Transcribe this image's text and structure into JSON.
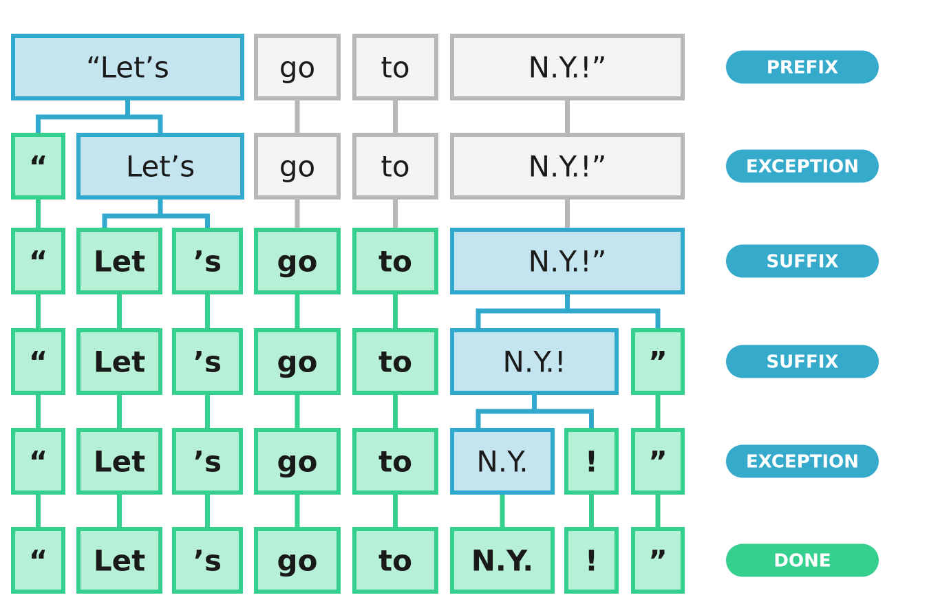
{
  "colors": {
    "gray_fill": "#f3f3f3",
    "gray_stroke": "#b7b7b7",
    "blue_fill": "#c4e5ef",
    "blue_stroke": "#31a9cc",
    "green_fill": "#b6f0d6",
    "green_stroke": "#36d08e",
    "label_blue": "#35aacb",
    "label_green": "#36d08e"
  },
  "rows": [
    {
      "label": "PREFIX",
      "label_color": "blue",
      "tokens": [
        {
          "text": "“Let’s",
          "state": "active",
          "bold": false
        },
        {
          "text": "go",
          "state": "pending",
          "bold": false
        },
        {
          "text": "to",
          "state": "pending",
          "bold": false
        },
        {
          "text": "N.Y.!”",
          "state": "pending",
          "bold": false
        }
      ]
    },
    {
      "label": "EXCEPTION",
      "label_color": "blue",
      "tokens": [
        {
          "text": "“",
          "state": "done",
          "bold": true
        },
        {
          "text": "Let’s",
          "state": "active",
          "bold": false
        },
        {
          "text": "go",
          "state": "pending",
          "bold": false
        },
        {
          "text": "to",
          "state": "pending",
          "bold": false
        },
        {
          "text": "N.Y.!”",
          "state": "pending",
          "bold": false
        }
      ]
    },
    {
      "label": "SUFFIX",
      "label_color": "blue",
      "tokens": [
        {
          "text": "“",
          "state": "done",
          "bold": true
        },
        {
          "text": "Let",
          "state": "done",
          "bold": true
        },
        {
          "text": "’s",
          "state": "done",
          "bold": true
        },
        {
          "text": "go",
          "state": "done",
          "bold": true
        },
        {
          "text": "to",
          "state": "done",
          "bold": true
        },
        {
          "text": "N.Y.!”",
          "state": "active",
          "bold": false
        }
      ]
    },
    {
      "label": "SUFFIX",
      "label_color": "blue",
      "tokens": [
        {
          "text": "“",
          "state": "done",
          "bold": true
        },
        {
          "text": "Let",
          "state": "done",
          "bold": true
        },
        {
          "text": "’s",
          "state": "done",
          "bold": true
        },
        {
          "text": "go",
          "state": "done",
          "bold": true
        },
        {
          "text": "to",
          "state": "done",
          "bold": true
        },
        {
          "text": "N.Y.!",
          "state": "active",
          "bold": false
        },
        {
          "text": "”",
          "state": "done",
          "bold": true
        }
      ]
    },
    {
      "label": "EXCEPTION",
      "label_color": "blue",
      "tokens": [
        {
          "text": "“",
          "state": "done",
          "bold": true
        },
        {
          "text": "Let",
          "state": "done",
          "bold": true
        },
        {
          "text": "’s",
          "state": "done",
          "bold": true
        },
        {
          "text": "go",
          "state": "done",
          "bold": true
        },
        {
          "text": "to",
          "state": "done",
          "bold": true
        },
        {
          "text": "N.Y.",
          "state": "active",
          "bold": false
        },
        {
          "text": "!",
          "state": "done",
          "bold": true
        },
        {
          "text": "”",
          "state": "done",
          "bold": true
        }
      ]
    },
    {
      "label": "DONE",
      "label_color": "green",
      "tokens": [
        {
          "text": "“",
          "state": "done",
          "bold": true
        },
        {
          "text": "Let",
          "state": "done",
          "bold": true
        },
        {
          "text": "’s",
          "state": "done",
          "bold": true
        },
        {
          "text": "go",
          "state": "done",
          "bold": true
        },
        {
          "text": "to",
          "state": "done",
          "bold": true
        },
        {
          "text": "N.Y.",
          "state": "done",
          "bold": true
        },
        {
          "text": "!",
          "state": "done",
          "bold": true
        },
        {
          "text": "”",
          "state": "done",
          "bold": true
        }
      ]
    }
  ]
}
